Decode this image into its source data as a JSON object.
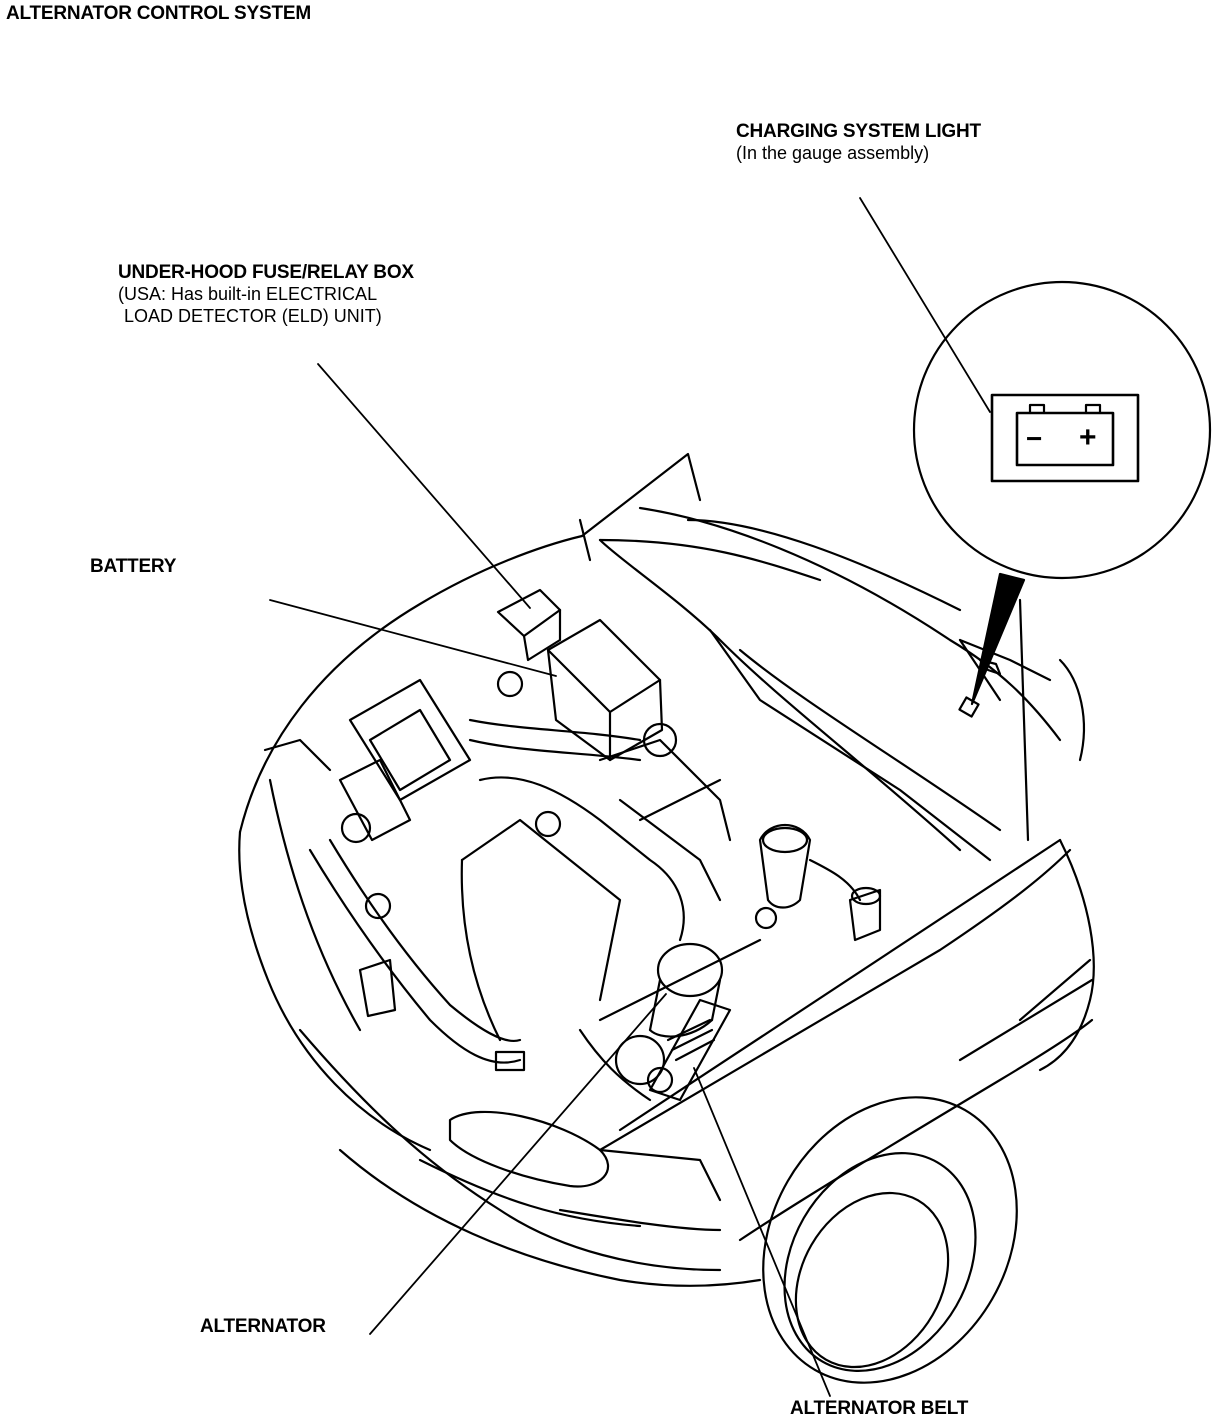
{
  "title": "ALTERNATOR CONTROL SYSTEM",
  "labels": {
    "charging_light": {
      "name": "CHARGING SYSTEM LIGHT",
      "note": "(In the gauge assembly)"
    },
    "fuse_box": {
      "name": "UNDER-HOOD FUSE/RELAY BOX",
      "note_line1": "(USA: Has built-in ELECTRICAL",
      "note_line2": "LOAD DETECTOR (ELD) UNIT)"
    },
    "battery": "BATTERY",
    "alternator": "ALTERNATOR",
    "alternator_belt": "ALTERNATOR BELT"
  },
  "icons": {
    "indicator": "battery-icon",
    "indicator_minus": "−",
    "indicator_plus": "+"
  },
  "colors": {
    "ink": "#000000",
    "paper": "#ffffff"
  }
}
